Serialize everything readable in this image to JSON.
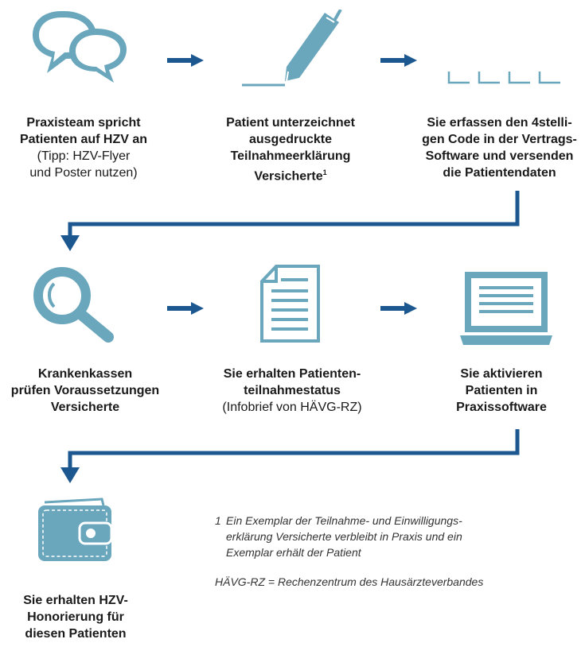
{
  "colors": {
    "icon": "#6aa7bd",
    "arrow": "#1c5790",
    "text": "#1a1a1a"
  },
  "steps": [
    {
      "icon": "speech-bubbles-icon",
      "bold": [
        "Praxisteam spricht",
        "Patienten auf HZV an"
      ],
      "normal": [
        "(Tipp: HZV-Flyer",
        "und Poster nutzen)"
      ]
    },
    {
      "icon": "pen-signature-icon",
      "bold": [
        "Patient unterzeichnet",
        "ausgedruckte",
        "Teilnahmeerklärung"
      ],
      "bold_last": "Versicherte",
      "sup": "1"
    },
    {
      "icon": "code-entry-icon",
      "bold": [
        "Sie erfassen den 4stelli-",
        "gen Code in der Vertrags-",
        "Software und versenden",
        "die Patientendaten"
      ]
    },
    {
      "icon": "magnifier-icon",
      "bold": [
        "Krankenkassen",
        "prüfen Voraussetzungen",
        "Versicherte"
      ]
    },
    {
      "icon": "document-icon",
      "bold": [
        "Sie erhalten Patienten-",
        "teilnahmestatus"
      ],
      "normal": [
        "(Infobrief von HÄVG-RZ)"
      ]
    },
    {
      "icon": "laptop-icon",
      "bold": [
        "Sie aktivieren",
        "Patienten in",
        "Praxissoftware"
      ]
    },
    {
      "icon": "wallet-icon",
      "bold": [
        "Sie erhalten HZV-",
        "Honorierung für",
        "diesen Patienten"
      ]
    }
  ],
  "footnote": {
    "number": "1",
    "lines": [
      "Ein Exemplar der Teilnahme- und Einwilligungs-",
      "erklärung Versicherte verbleibt in Praxis und ein",
      "Exemplar erhält der Patient"
    ],
    "abbrev": "HÄVG-RZ = Rechenzentrum des Hausärzteverbandes"
  }
}
